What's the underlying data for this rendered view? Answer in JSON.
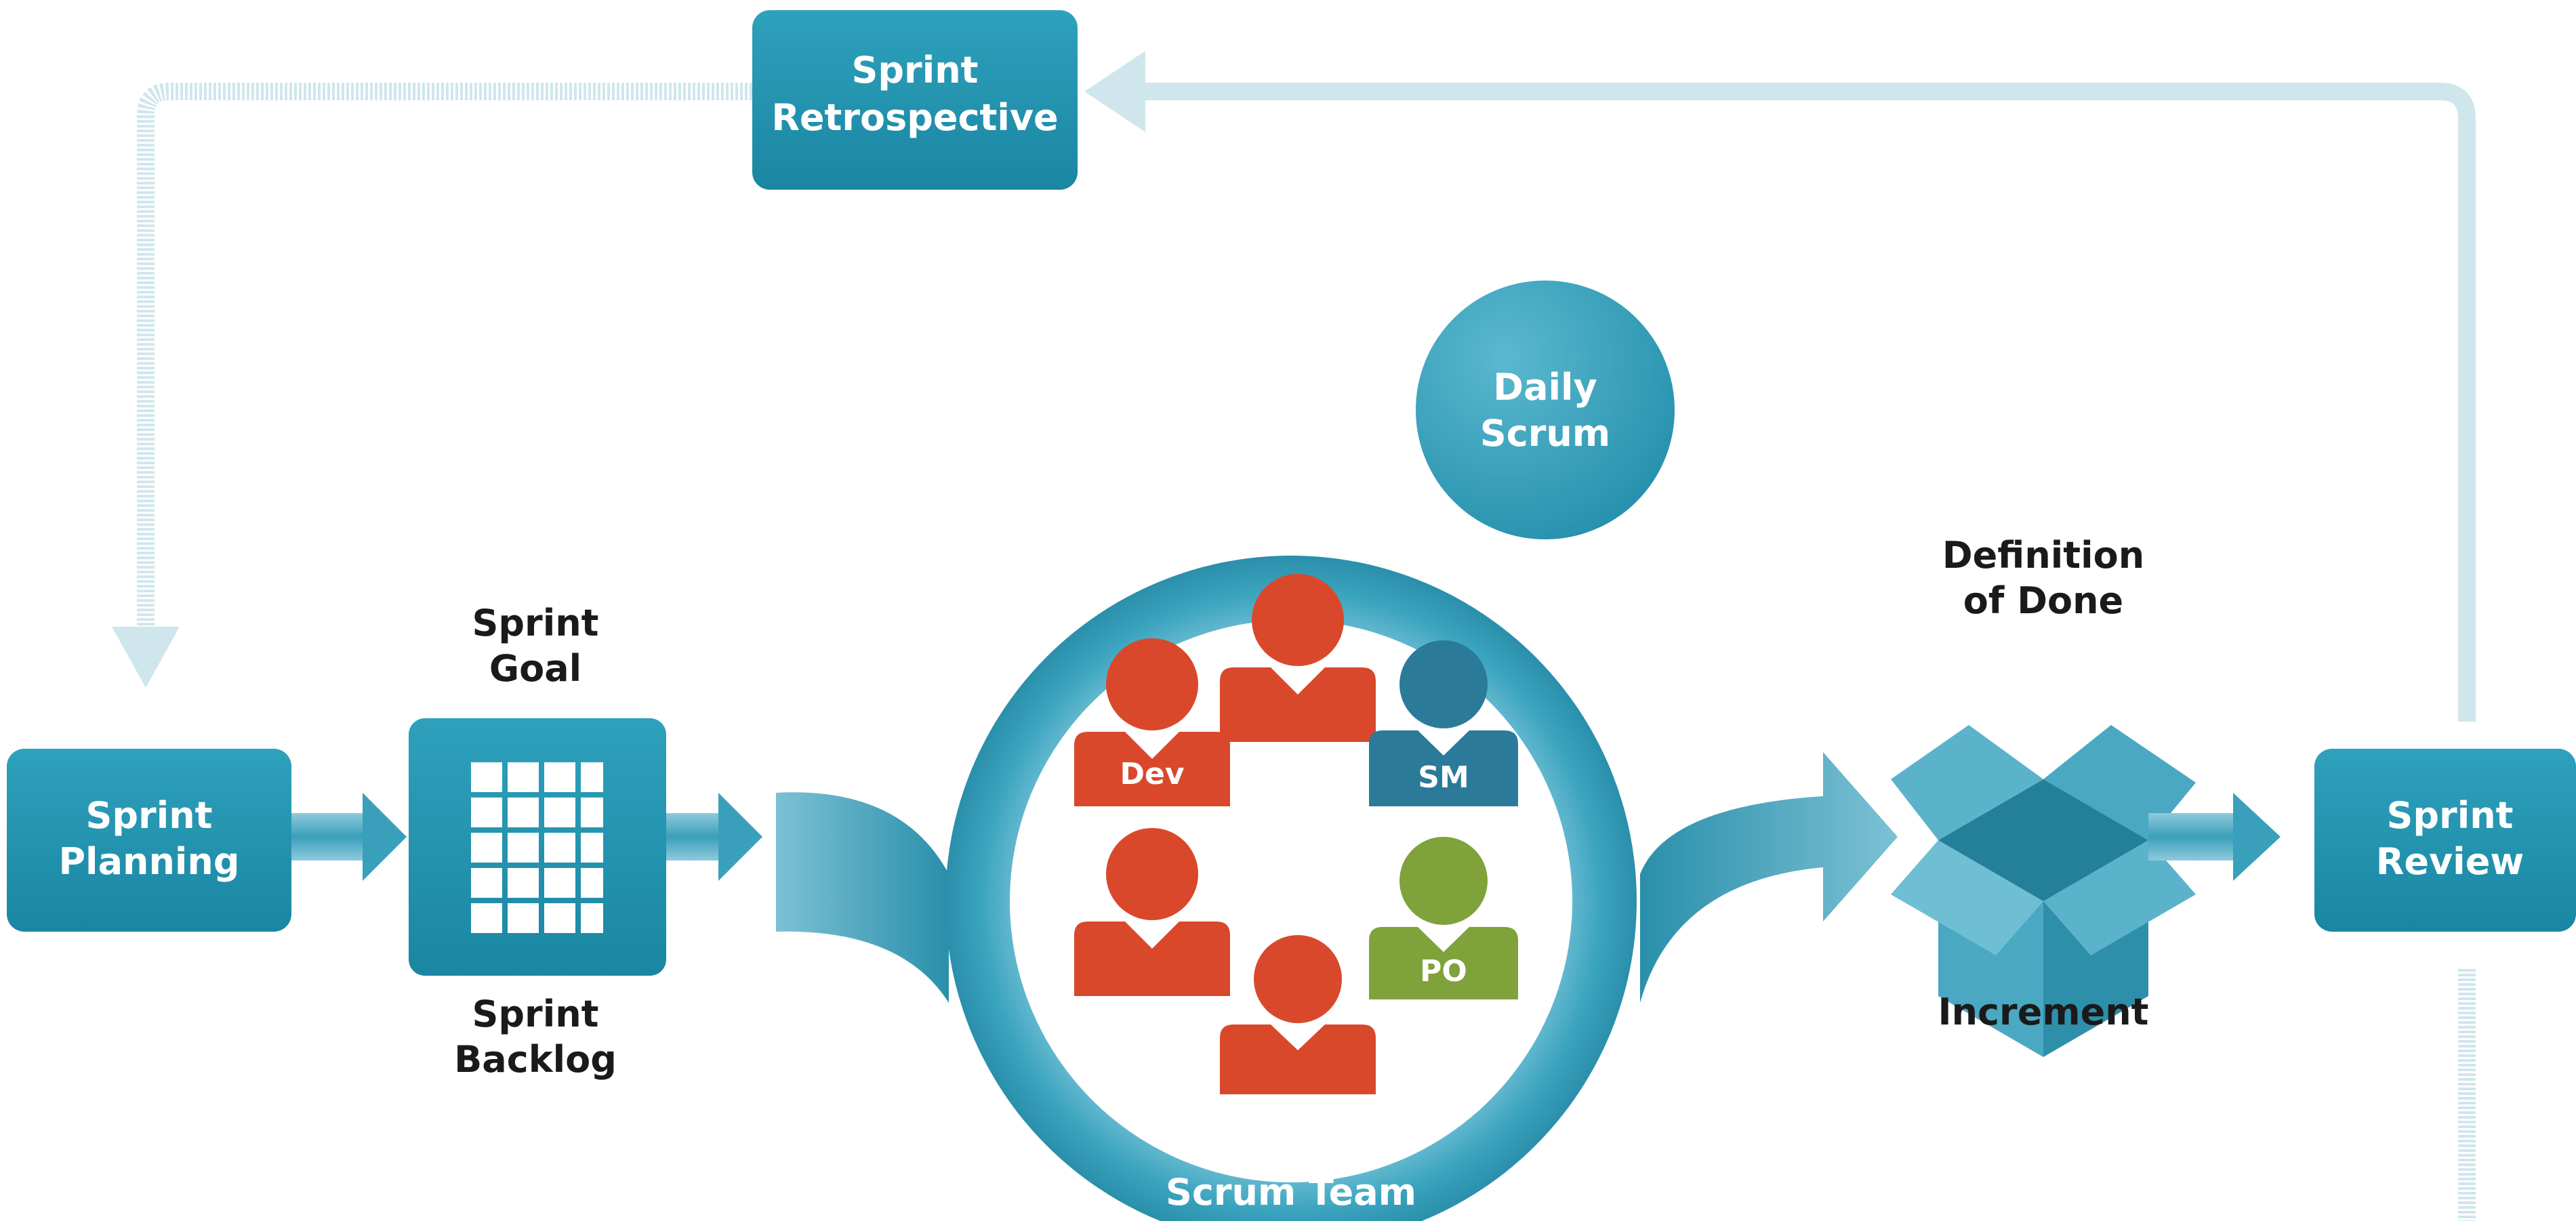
{
  "nodes": {
    "sprint_planning": [
      "Sprint",
      "Planning"
    ],
    "sprint_retrospective": [
      "Sprint",
      "Retrospective"
    ],
    "sprint_review": [
      "Sprint",
      "Review"
    ],
    "daily_scrum": [
      "Daily",
      "Scrum"
    ],
    "scrum_team": "Scrum Team"
  },
  "labels": {
    "sprint_goal": [
      "Sprint",
      "Goal"
    ],
    "sprint_backlog": [
      "Sprint",
      "Backlog"
    ],
    "definition_of_done": [
      "Definition",
      "of Done"
    ],
    "increment": "Increment"
  },
  "roles": {
    "dev": "Dev",
    "sm": "SM",
    "po": "PO"
  },
  "colors": {
    "box": "#2394b0",
    "box_dark": "#167a93",
    "ring": "#3aa7c2",
    "flow_light": "#cfe6ec",
    "person_red": "#d9482b",
    "person_blue": "#2c7a99",
    "person_green": "#7fa23a"
  }
}
